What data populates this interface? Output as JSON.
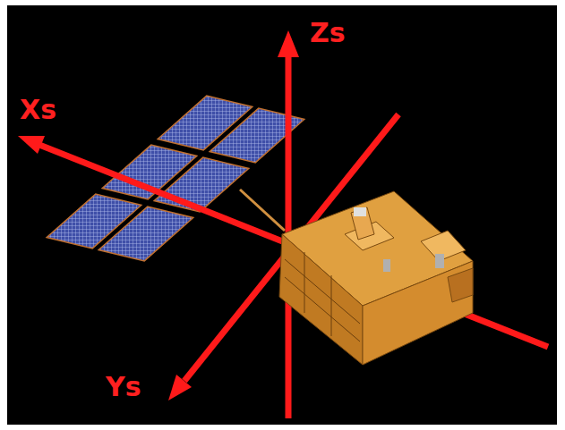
{
  "diagram": {
    "labels": [
      "Xs",
      "Ys",
      "Zs"
    ]
  }
}
